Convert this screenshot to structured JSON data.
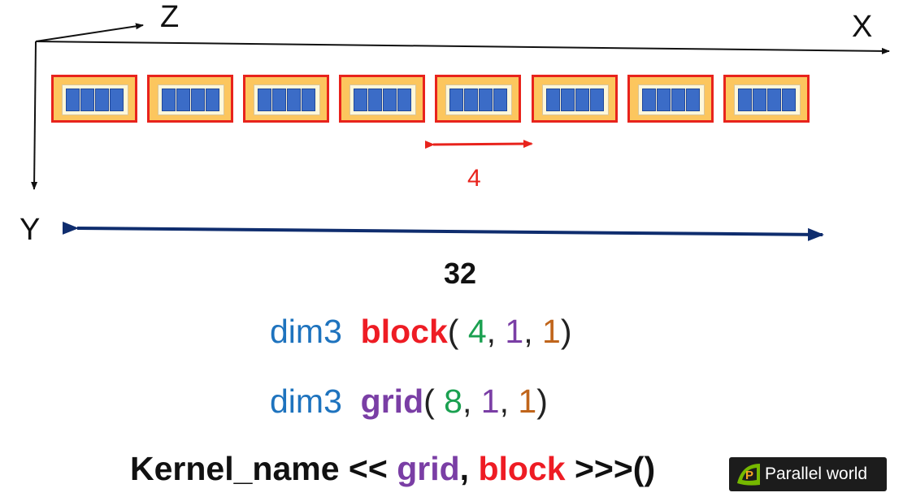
{
  "axes": {
    "z": "Z",
    "x": "X",
    "y": "Y"
  },
  "grid": {
    "block_count": 8,
    "threads_per_block": 4,
    "block_width_label": "4",
    "grid_width_label": "32"
  },
  "code": {
    "block_line": {
      "type": "dim3",
      "name": "block",
      "x": "4",
      "y": "1",
      "z": "1"
    },
    "grid_line": {
      "type": "dim3",
      "name": "grid",
      "x": "8",
      "y": "1",
      "z": "1"
    },
    "kernel_line": {
      "kernel": "Kernel_name",
      "open": "<<",
      "arg1": "grid",
      "sep": ",",
      "arg2": "block",
      "close": ">>>()"
    }
  },
  "watermark": {
    "text": "Parallel world",
    "logo_letter": "P"
  },
  "colors": {
    "block_fill": "#fcc65e",
    "block_border": "#e8231c",
    "thread": "#3b6cc7",
    "grid_arrow": "#0f2d6e",
    "block_arrow": "#e8231c",
    "dim3": "#1e73be",
    "block_kw": "#ee1c24",
    "grid_kw": "#7a3ea5"
  }
}
